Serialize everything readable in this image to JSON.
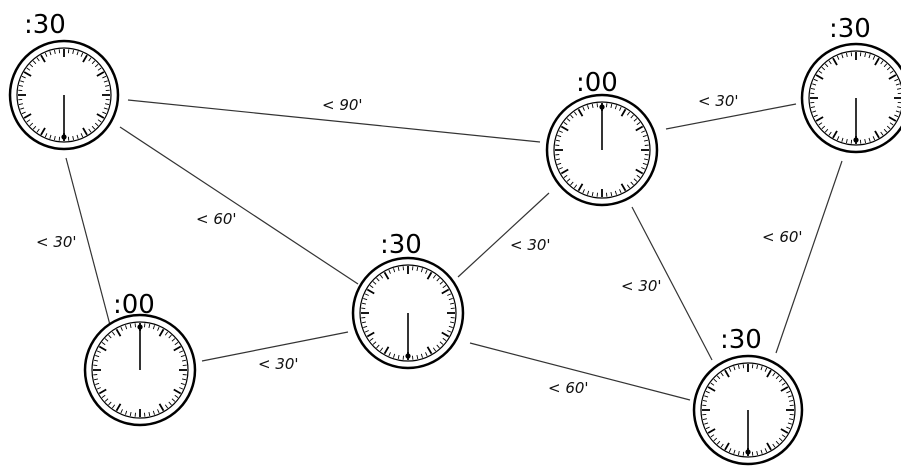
{
  "clocks": [
    {
      "id": "clock-top-left",
      "time": ":30"
    },
    {
      "id": "clock-top-center",
      "time": ":00"
    },
    {
      "id": "clock-top-right",
      "time": ":30"
    },
    {
      "id": "clock-middle",
      "time": ":30"
    },
    {
      "id": "clock-bottom-left",
      "time": ":00"
    },
    {
      "id": "clock-bottom-right",
      "time": ":30"
    }
  ],
  "edges": [
    {
      "from": "clock-top-left",
      "to": "clock-top-center",
      "label": "< 90'"
    },
    {
      "from": "clock-top-center",
      "to": "clock-top-right",
      "label": "< 30'"
    },
    {
      "from": "clock-top-left",
      "to": "clock-middle",
      "label": "< 60'"
    },
    {
      "from": "clock-top-left",
      "to": "clock-bottom-left",
      "label": "< 30'"
    },
    {
      "from": "clock-top-center",
      "to": "clock-middle",
      "label": "< 30'"
    },
    {
      "from": "clock-top-center",
      "to": "clock-bottom-right",
      "label": "< 30'"
    },
    {
      "from": "clock-top-right",
      "to": "clock-bottom-right",
      "label": "< 60'"
    },
    {
      "from": "clock-bottom-left",
      "to": "clock-middle",
      "label": "< 30'"
    },
    {
      "from": "clock-middle",
      "to": "clock-bottom-right",
      "label": "< 60'"
    }
  ]
}
